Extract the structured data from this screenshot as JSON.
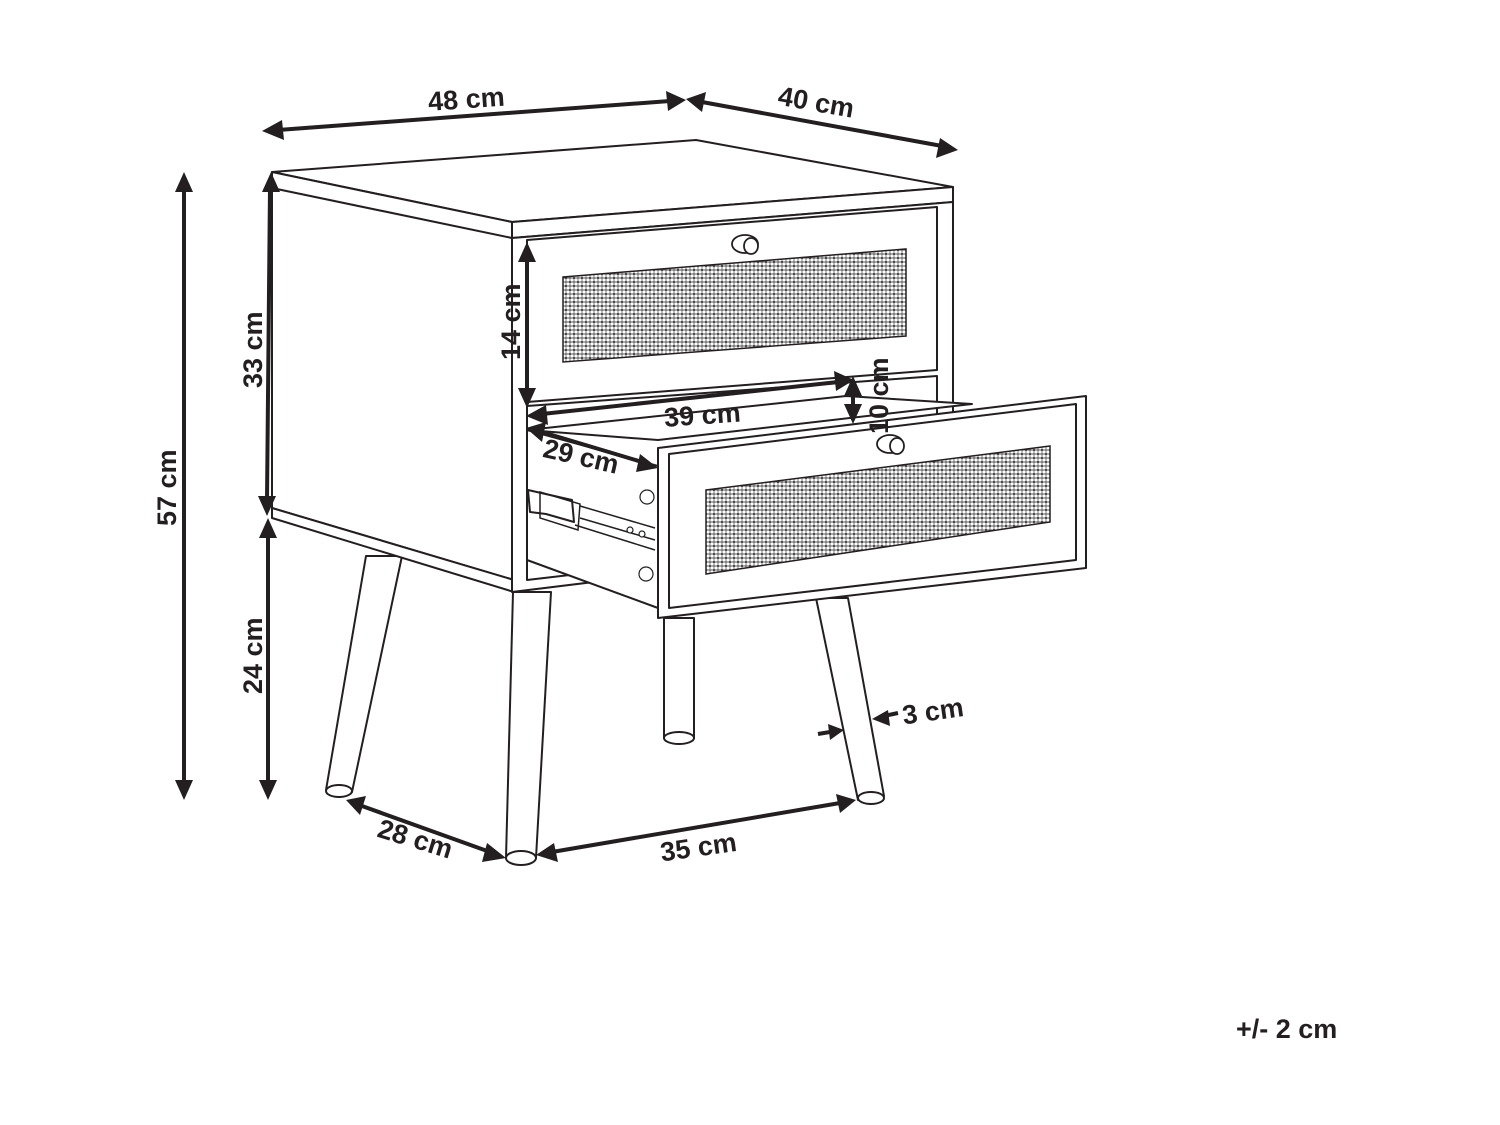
{
  "dimensions": {
    "overall_width": "48 cm",
    "overall_depth": "40 cm",
    "overall_height": "57 cm",
    "body_height": "33 cm",
    "leg_height": "24 cm",
    "drawer_front_height": "14 cm",
    "drawer_inner_width": "39 cm",
    "drawer_inner_depth": "29 cm",
    "drawer_inner_height": "10 cm",
    "leg_diameter": "3 cm",
    "leg_spacing_depth": "28 cm",
    "leg_spacing_width": "35 cm"
  },
  "tolerance": "+/- 2 cm",
  "colors": {
    "ink": "#231f20",
    "background": "#ffffff"
  }
}
